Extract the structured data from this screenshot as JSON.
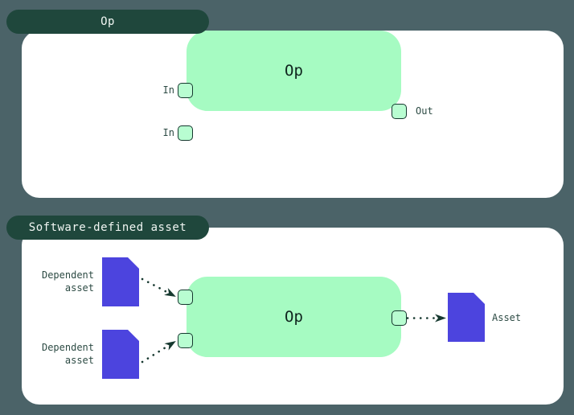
{
  "colors": {
    "background": "#4b6368",
    "tab_bg": "#1f473c",
    "tab_text": "#f1f6f3",
    "card_bg": "#ffffff",
    "node_fill": "#a6fbc2",
    "node_text": "#0e231d",
    "port_fill": "#b8fdd1",
    "port_border": "#16382f",
    "asset_fill": "#4c44de",
    "label_text": "#2d4b44",
    "arrow": "#16382f"
  },
  "panel_op": {
    "tab_label": "Op",
    "node_label": "Op",
    "input_labels": [
      "In",
      "In"
    ],
    "output_label": "Out"
  },
  "panel_sda": {
    "tab_label": "Software-defined asset",
    "node_label": "Op",
    "dependent_assets": [
      {
        "line1": "Dependent",
        "line2": "asset"
      },
      {
        "line1": "Dependent",
        "line2": "asset"
      }
    ],
    "asset_label": "Asset"
  }
}
